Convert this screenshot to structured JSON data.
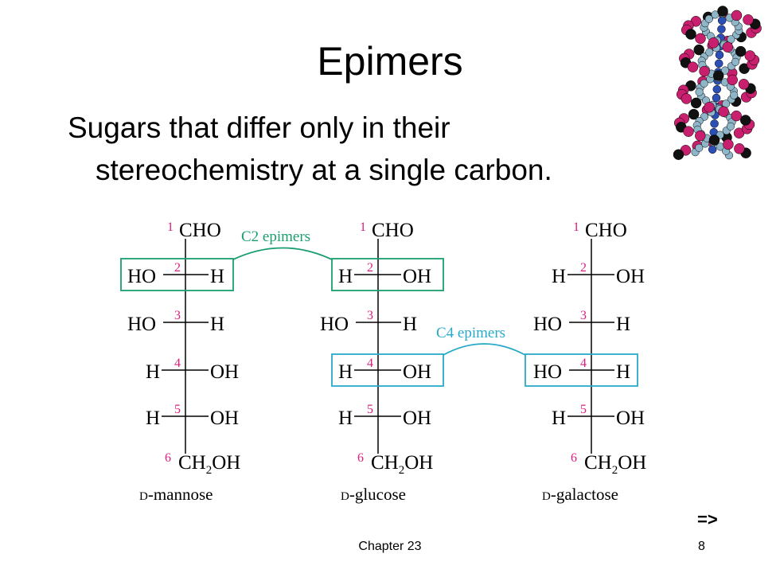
{
  "slide": {
    "title": "Epimers",
    "bullet_line1": "Sugars that differ only in their",
    "bullet_line2": "stereochemistry at a single carbon.",
    "footer": "Chapter 23",
    "page_number": "8",
    "next_arrow": "=>"
  },
  "epimer_labels": {
    "c2": "C2 epimers",
    "c4": "C4 epimers"
  },
  "colors": {
    "c2_green": "#1a9e6e",
    "c4_cyan": "#29a9c9",
    "carbon_number_magenta": "#d8207e",
    "text": "#000000"
  },
  "atoms": {
    "cho": "CHO",
    "ho": "HO",
    "h": "H",
    "oh": "OH",
    "ch2oh_prefix": "CH",
    "ch2oh_sub": "2",
    "ch2oh_suffix": "OH"
  },
  "numbers": {
    "n1": "1",
    "n2": "2",
    "n3": "3",
    "n4": "4",
    "n5": "5",
    "n6": "6"
  },
  "sugars": {
    "mannose": {
      "name_prefix": "D",
      "name_rest": "-mannose"
    },
    "glucose": {
      "name_prefix": "D",
      "name_rest": "-glucose"
    },
    "galactose": {
      "name_prefix": "D",
      "name_rest": "-galactose"
    }
  },
  "dna_image": {
    "icon": "dna-helix-icon",
    "colors": [
      "#c8206e",
      "#8fb6c8",
      "#2b4fb5",
      "#111111"
    ]
  }
}
